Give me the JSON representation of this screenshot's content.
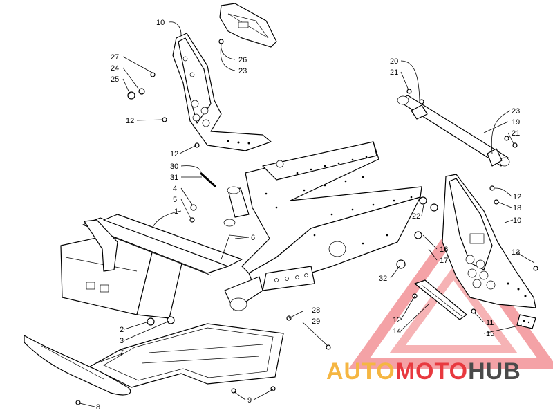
{
  "diagram": {
    "callouts": [
      {
        "id": "c10a",
        "text": "10"
      },
      {
        "id": "c26",
        "text": "26"
      },
      {
        "id": "c23a",
        "text": "23"
      },
      {
        "id": "c27",
        "text": "27"
      },
      {
        "id": "c24",
        "text": "24"
      },
      {
        "id": "c25",
        "text": "25"
      },
      {
        "id": "c12a",
        "text": "12"
      },
      {
        "id": "c12b",
        "text": "12"
      },
      {
        "id": "c30",
        "text": "30"
      },
      {
        "id": "c31",
        "text": "31"
      },
      {
        "id": "c4",
        "text": "4"
      },
      {
        "id": "c5",
        "text": "5"
      },
      {
        "id": "c1",
        "text": "1"
      },
      {
        "id": "c6",
        "text": "6"
      },
      {
        "id": "c20",
        "text": "20"
      },
      {
        "id": "c21a",
        "text": "21"
      },
      {
        "id": "c23b",
        "text": "23"
      },
      {
        "id": "c19",
        "text": "19"
      },
      {
        "id": "c21b",
        "text": "21"
      },
      {
        "id": "c12c",
        "text": "12"
      },
      {
        "id": "c18",
        "text": "18"
      },
      {
        "id": "c10b",
        "text": "10"
      },
      {
        "id": "c22",
        "text": "22"
      },
      {
        "id": "c13",
        "text": "13"
      },
      {
        "id": "c16",
        "text": "16"
      },
      {
        "id": "c17",
        "text": "17"
      },
      {
        "id": "c32",
        "text": "32"
      },
      {
        "id": "c12d",
        "text": "12"
      },
      {
        "id": "c14",
        "text": "14"
      },
      {
        "id": "c11",
        "text": "11"
      },
      {
        "id": "c15",
        "text": "15"
      },
      {
        "id": "c28",
        "text": "28"
      },
      {
        "id": "c29",
        "text": "29"
      },
      {
        "id": "c2",
        "text": "2"
      },
      {
        "id": "c3",
        "text": "3"
      },
      {
        "id": "c7",
        "text": "7"
      },
      {
        "id": "c8",
        "text": "8"
      },
      {
        "id": "c9",
        "text": "9"
      }
    ]
  },
  "watermark": {
    "part1": "AUTO",
    "part2": "MOTO",
    "part3": "HUB",
    "color_auto": "#f5b642",
    "color_moto": "#e8393f",
    "color_hub": "#4a4a4a"
  }
}
